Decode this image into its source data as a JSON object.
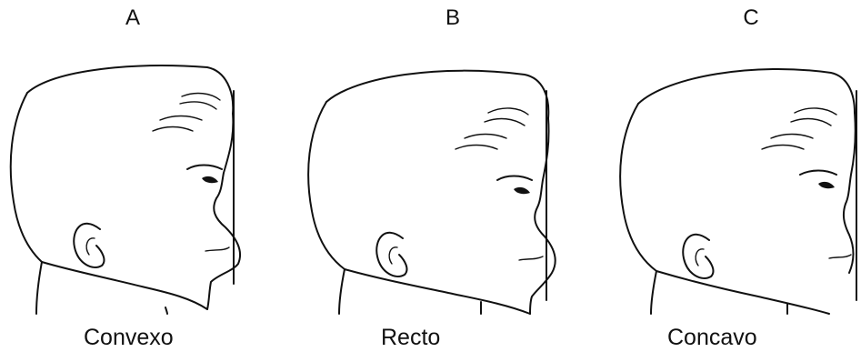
{
  "panels": [
    {
      "letter": "A",
      "caption": "Convexo"
    },
    {
      "letter": "B",
      "caption": "Recto"
    },
    {
      "letter": "C",
      "caption": "Concavo"
    }
  ]
}
